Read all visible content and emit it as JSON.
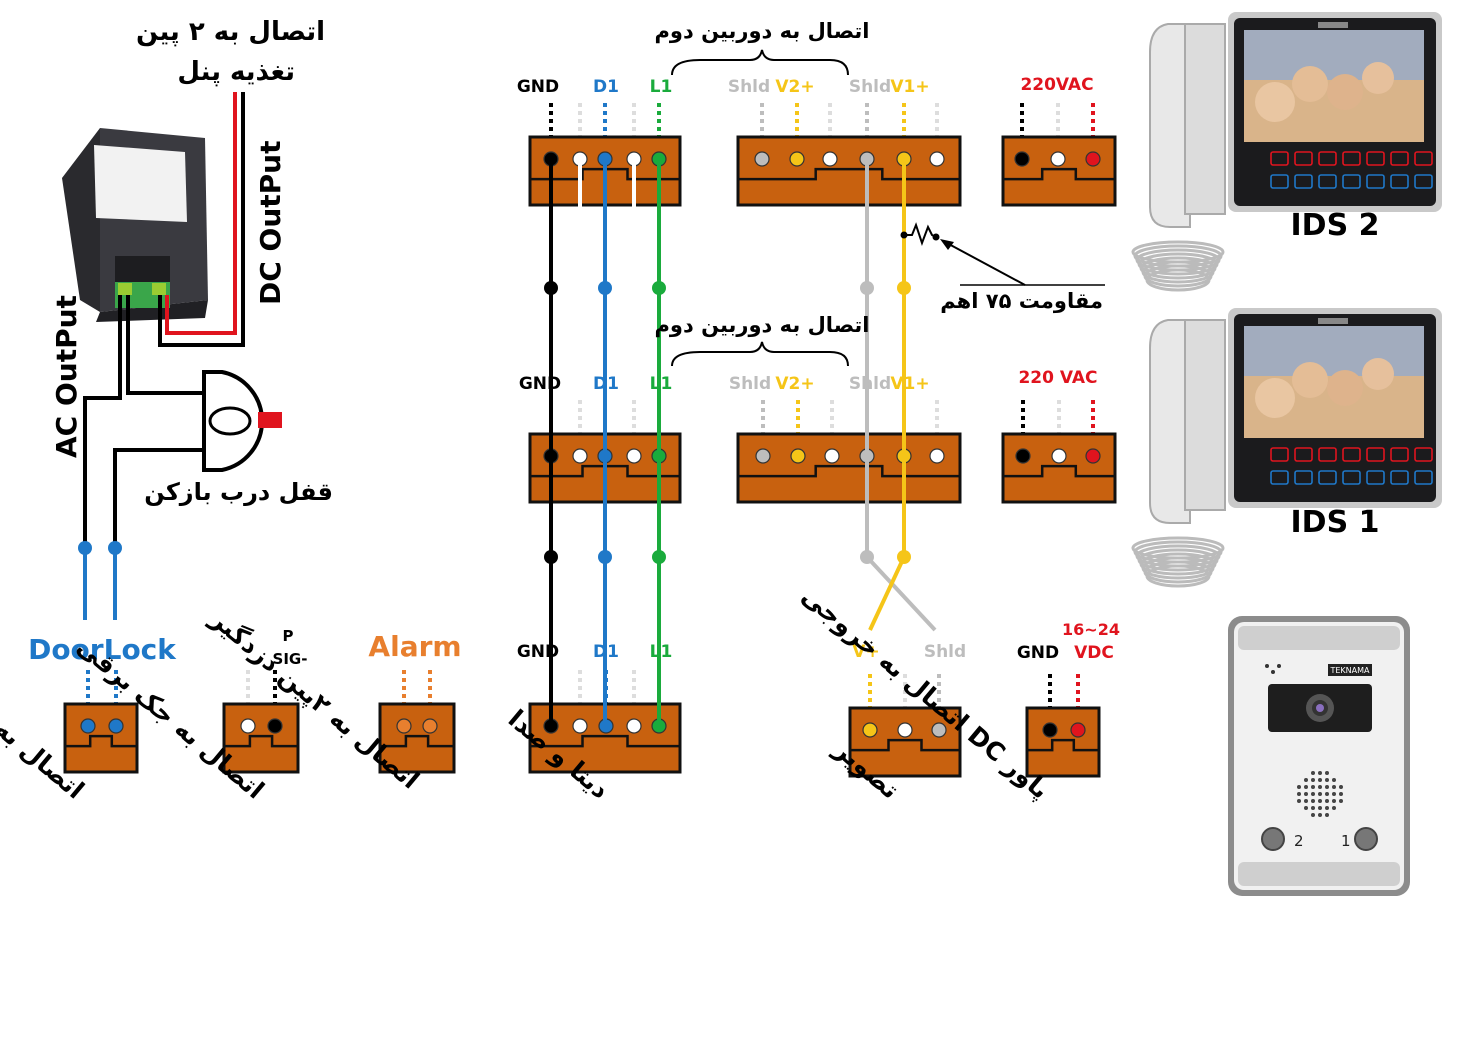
{
  "colors": {
    "terminal": "#c8610f",
    "black": "#000000",
    "blue": "#1f78c8",
    "green": "#1aab3c",
    "yellow": "#f5c518",
    "gray": "#bdbdbd",
    "red": "#e0141e",
    "orange": "#e87f2e",
    "label_blue": "#1f78c8",
    "label_orange": "#e87f2e"
  },
  "power_supply": {
    "panel_power_text_line1": "اتصال به ۲ پین",
    "panel_power_text_line2": "تغذیه پنل",
    "dc_output": "DC OutPut",
    "ac_output": "AC OutPut",
    "door_lock_caption": "قفل درب بازکن"
  },
  "second_camera": {
    "caption_top": "اتصال به دوربین دوم",
    "caption_mid": "اتصال به دوربین دوم"
  },
  "resistor": {
    "caption": "مقاومت ۷۵ اهم"
  },
  "monitors": {
    "top": "IDS 2",
    "bottom": "IDS 1"
  },
  "row_top": {
    "gnd": "GND",
    "d1": "D1",
    "l1": "L1",
    "shld_a": "Shld",
    "v2": "V2+",
    "shld_b": "Shld",
    "v1": "V1+",
    "vac": "220VAC"
  },
  "row_mid": {
    "gnd": "GND",
    "d1": "D1",
    "l1": "L1",
    "shld_a": "Shld",
    "v2": "V2+",
    "shld_b": "Shld",
    "v1": "V1+",
    "vac": "220 VAC"
  },
  "row_bottom": {
    "doorlock": "DoorLock",
    "p": "P",
    "sig": "SIG-",
    "alarm": "Alarm",
    "gnd": "GND",
    "d1": "D1",
    "l1": "L1",
    "vplus": "V+",
    "shld": "Shld",
    "dc_gnd": "GND",
    "dc_range": "16~24",
    "dc_vdc": "VDC"
  },
  "captions": {
    "doorlock": "اتصال به قفل دربازکن",
    "jack": "اتصال به جک برقی",
    "alarm": "اتصال به ۲پین دزدگیر",
    "data": "دیتا و صدا",
    "image": "تصویر",
    "dc": "اتصال به خروجی DC پاور"
  },
  "door_panel": {
    "brand": "TEKNAMA",
    "button_1": "1",
    "button_2": "2"
  }
}
